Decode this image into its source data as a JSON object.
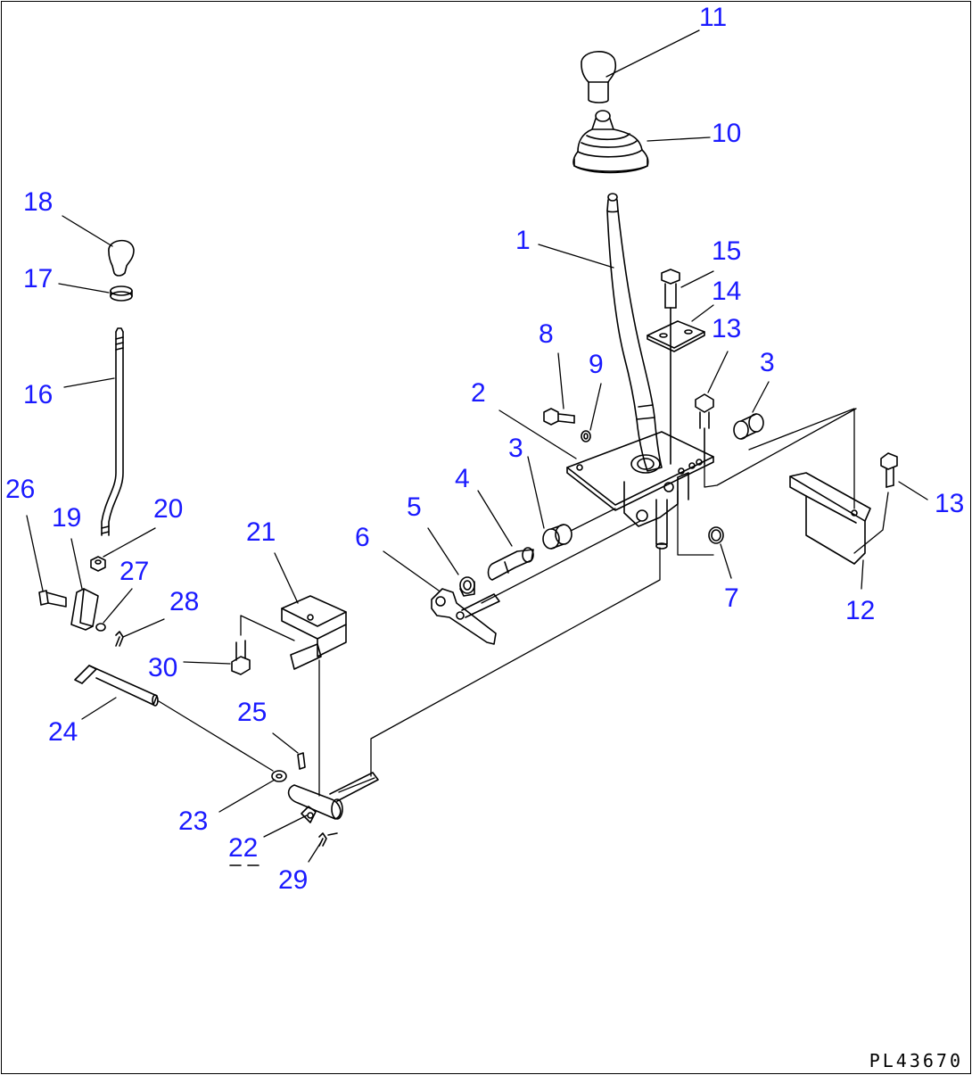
{
  "drawing_number": "PL43670",
  "callout_color": "#1a1aff",
  "line_color": "#000000",
  "callouts": [
    "11",
    "10",
    "1",
    "15",
    "14",
    "13",
    "3",
    "8",
    "9",
    "2",
    "3",
    "4",
    "5",
    "6",
    "7",
    "12",
    "13",
    "18",
    "17",
    "16",
    "26",
    "19",
    "20",
    "27",
    "28",
    "21",
    "30",
    "24",
    "25",
    "23",
    "22",
    "29"
  ]
}
